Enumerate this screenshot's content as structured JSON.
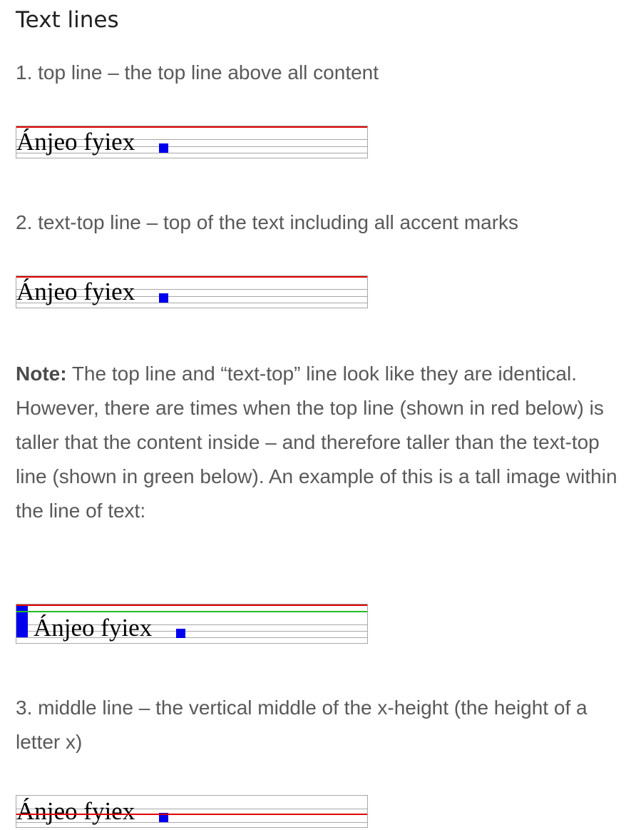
{
  "heading": "Text lines",
  "items": [
    {
      "text": "1. top line – the top line above all content"
    },
    {
      "text": "2. text-top line – top of the text including all accent marks"
    },
    {
      "text": "3. middle line – the vertical middle of the x-height (the height of a letter x)"
    }
  ],
  "note": {
    "label": "Note:",
    "text": "The top line and “text-top” line look like they are identical. However, there are times when the top line (shown in red below) is taller that the content inside – and therefore taller than the text-top line (shown in green below). An example of this is a tall image within the line of text:"
  },
  "sample_text": "Ánjeo fyiex",
  "colors": {
    "marked_line": "#e00000",
    "text_top_line": "#22bb22",
    "inline_box": "#0000ee",
    "guide_line": "#a8a8a8"
  }
}
